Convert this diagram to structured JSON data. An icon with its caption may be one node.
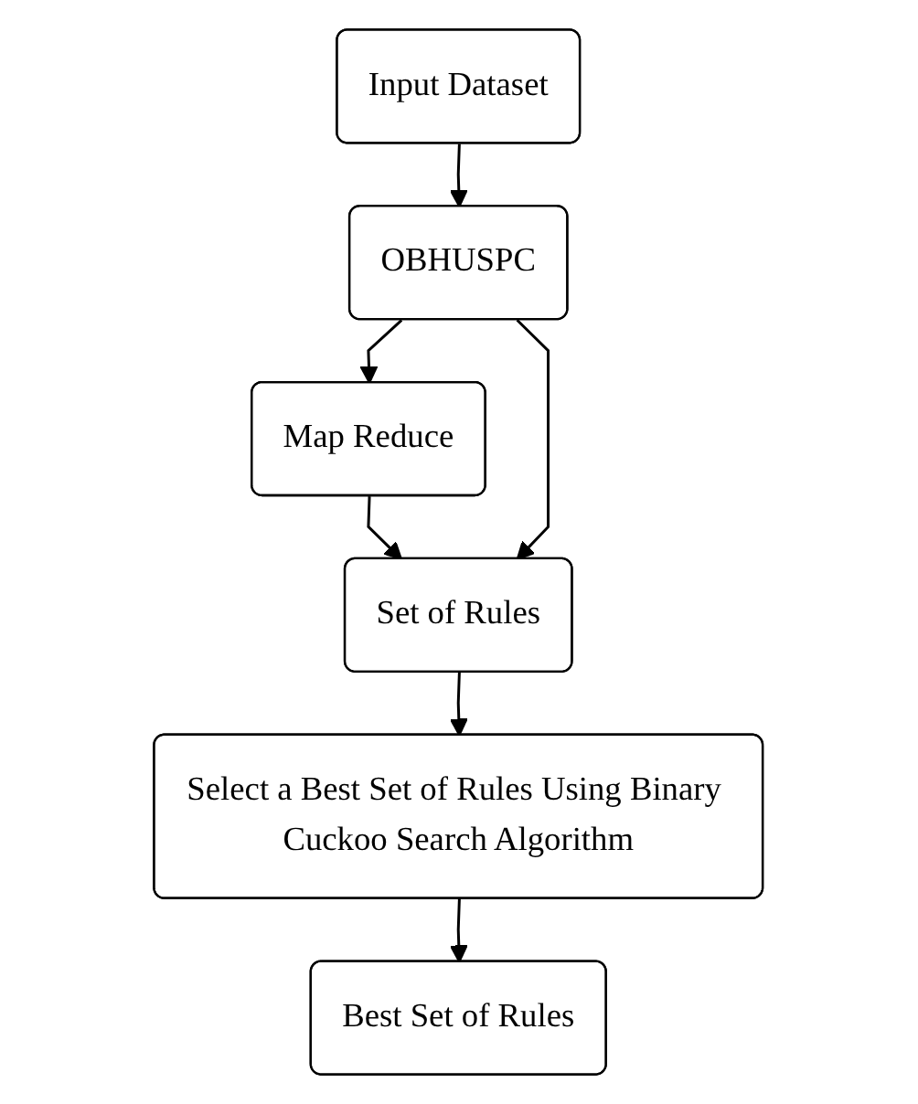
{
  "diagram": {
    "nodes": [
      {
        "text": [
          "Input Dataset"
        ]
      },
      {
        "text": [
          "OBHUSPC"
        ]
      },
      {
        "text": [
          "Map Reduce"
        ]
      },
      {
        "text": [
          "Set of Rules"
        ]
      },
      {
        "text": [
          "Select a Best Set of Rules Using Binary Cuckoo Search Algorithm"
        ]
      },
      {
        "text": [
          "Best Set of Rules"
        ]
      }
    ],
    "edges": [
      {
        "from": 0,
        "to": 1,
        "arrow": "to"
      },
      {
        "from": 1,
        "to": 2,
        "arrow": "to"
      },
      {
        "from": 2,
        "to": 3,
        "arrow": "to"
      },
      {
        "from": 1,
        "to": 3,
        "arrow": "to"
      },
      {
        "from": 3,
        "to": 4,
        "arrow": "to"
      },
      {
        "from": 4,
        "to": 5,
        "arrow": "to"
      }
    ]
  }
}
